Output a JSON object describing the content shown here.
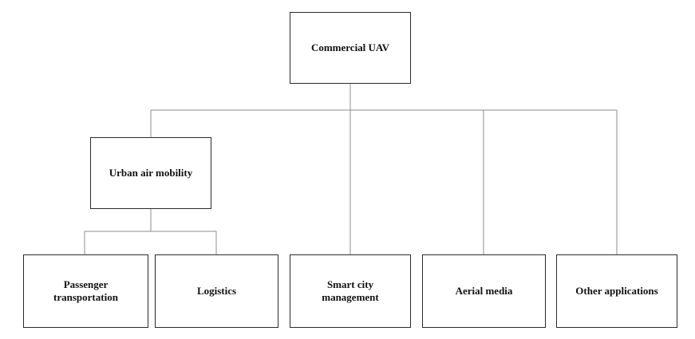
{
  "diagram": {
    "root": "Commercial UAV",
    "urban_air_mobility": "Urban air mobility",
    "passenger_transportation": "Passenger\ntransportation",
    "logistics": "Logistics",
    "smart_city_management": "Smart city\nmanagement",
    "aerial_media": "Aerial media",
    "other_applications": "Other applications"
  },
  "colors": {
    "border": "#2b2b2b",
    "connector": "#8c8c8c",
    "text": "#111111",
    "background": "#ffffff"
  }
}
